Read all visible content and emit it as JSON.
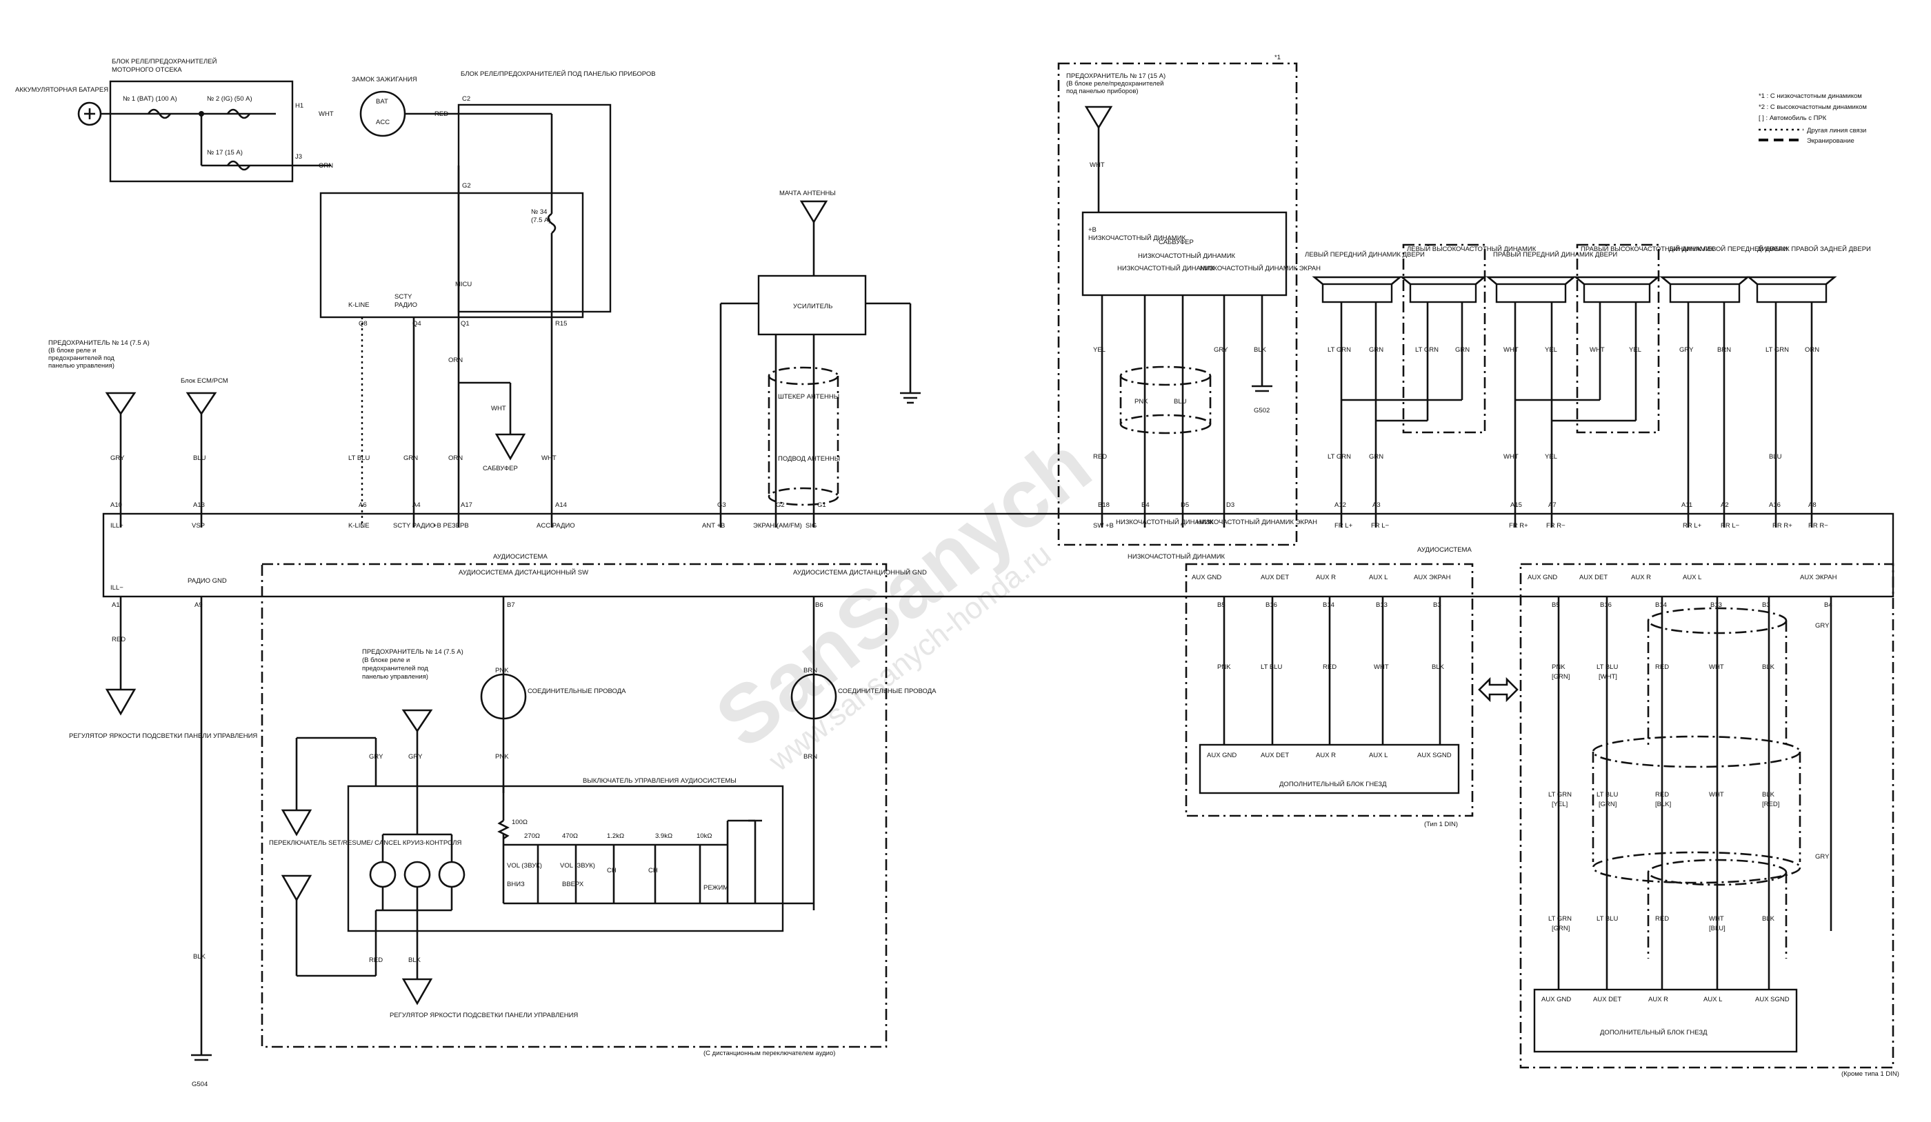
{
  "labels": {
    "battery": "АККУМУЛЯТОРНАЯ БАТАРЕЯ",
    "engine_relay_box_1": "БЛОК РЕЛЕ/ПРЕДОХРАНИТЕЛЕЙ",
    "engine_relay_box_2": "МОТОРНОГО ОТСЕКА",
    "fuse_bat": "№ 1 (BAT) (100 А)",
    "fuse_ig": "№ 2 (IG) (50 А)",
    "fuse_17": "№ 17 (15 А)",
    "ign_switch": "ЗАМОК ЗАЖИГАНИЯ",
    "dash_relay_box": "БЛОК РЕЛЕ/ПРЕДОХРАНИТЕЛЕЙ ПОД ПАНЕЛЬЮ ПРИБОРОВ",
    "fuse_34": "№ 34",
    "fuse_34_rating": "(7.5 А)",
    "micu": "MICU",
    "k_line": "K-LINE",
    "scty": "SCTY",
    "radio": "РАДИО",
    "fuse14_title": "ПРЕДОХРАНИТЕЛЬ № 14 (7.5 А)",
    "fuse14_sub1": "(В блоке реле и",
    "fuse14_sub2": "предохранителей под",
    "fuse14_sub3": "панелью управления)",
    "ecm_pcm": "Блок ECM/PCM",
    "subwoofer": "САБВУФЕР",
    "antenna_mast": "МАЧТА АНТЕННЫ",
    "amplifier": "УСИЛИТЕЛЬ",
    "antenna_plug": "ШТЕКЕР АНТЕННЫ",
    "antenna_lead": "ПОДВОД АНТЕННЫ",
    "fuse17_title": "ПРЕДОХРАНИТЕЛЬ № 17 (15 А)",
    "fuse17_sub1": "(В блоке реле/предохранителей",
    "fuse17_sub2": "под панелью приборов)",
    "woofer": "НИЗКОЧАСТОТНЫЙ ДИНАМИК",
    "woofer_screen": "НИЗКОЧАСТОТНЫЙ ДИНАМИК ЭКРАН",
    "lf_door": "ЛЕВЫЙ ПЕРЕДНИЙ ДИНАМИК ДВЕРИ",
    "lf_tweeter": "ЛЕВЫЙ ВЫСОКОЧАСТОТНЫЙ ДИНАМИК",
    "rf_door": "ПРАВЫЙ ПЕРЕДНИЙ ДИНАМИК ДВЕРИ",
    "rf_tweeter": "ПРАВЫЙ ВЫСОКОЧАСТОТНЫЙ ДИНАМИК",
    "lr_door": "ДИНАМИК ЛЕВОЙ ПЕРЕДНЕЙ ДВЕРИ",
    "rr_door": "ДИНАМИК ПРАВОЙ ЗАДНЕЙ ДВЕРИ",
    "audio_system": "АУДИОСИСТЕМА",
    "audio_remote_sw": "АУДИОСИСТЕМА ДИСТАНЦИОННЫЙ SW",
    "audio_remote_gnd": "АУДИОСИСТЕМА ДИСТАНЦИОННЫЙ GND",
    "dimmer": "РЕГУЛЯТОР ЯРКОСТИ ПОДСВЕТКИ ПАНЕЛИ УПРАВЛЕНИЯ",
    "connecting_wires": "СОЕДИНИТЕЛЬНЫЕ ПРОВОДА",
    "audio_ctrl_switch": "ВЫКЛЮЧАТЕЛЬ УПРАВЛЕНИЯ АУДИОСИСТЕМЫ",
    "cruise_switch": "ПЕРЕКЛЮЧАТЕЛЬ SET/RESUME/ CANCEL КРУИЗ-КОНТРОЛЯ",
    "remote_note": "(С дистанционным переключателем аудио)",
    "aux_block": "ДОПОЛНИТЕЛЬНЫЙ БЛОК ГНЕЗД",
    "type1din": "(Тип 1 DIN)",
    "except1din": "(Кроме типа 1 DIN)",
    "legend1": "*1 : С низкочастотным динамиком",
    "legend2": "*2 : С высокочастотным динамиком",
    "legend3": "[ ] : Автомобиль с ПРК",
    "legend4": "Другая линия связи",
    "legend5": "Экранирование",
    "ground_g502": "G502",
    "ground_g504": "G504",
    "watermark": "SanSanych",
    "watermark_url": "www.sansanych-honda.ru",
    "mode": "РЕЖИМ",
    "ch": "CH",
    "down": "ВНИЗ",
    "up": "ВВЕРХ",
    "vol_down": "VOL (ЗВУК)",
    "vol_up": "VOL (ЗВУК)"
  },
  "wires": {
    "wht": "WHT",
    "red": "RED",
    "orn": "ORN",
    "gry": "GRY",
    "blu": "BLU",
    "lt_blu": "LT BLU",
    "grn": "GRN",
    "yel": "YEL",
    "blk": "BLK",
    "pnk": "PNK",
    "brn": "BRN",
    "lt_grn": "LT GRN"
  },
  "pins": {
    "h1": "H1",
    "j3": "J3",
    "c2": "C2",
    "g2": "G2",
    "q8": "Q8",
    "q4": "Q4",
    "q1": "Q1",
    "r15": "R15",
    "a10": "A10",
    "a13": "A13",
    "a6": "A6",
    "a4": "A4",
    "a17": "A17",
    "a14": "A14",
    "a1": "A1",
    "a9": "A9",
    "b7": "B7",
    "b6": "B6",
    "g3": "G3",
    "g1": "G1",
    "b18": "B18",
    "b4": "B4",
    "d5": "D5",
    "d3": "D3",
    "a12": "A12",
    "a3": "A3",
    "a15": "A15",
    "a7": "A7",
    "a11": "A11",
    "a2": "A2",
    "a16": "A16",
    "a8": "A8",
    "b5": "B5",
    "b16": "B16",
    "b14": "B14",
    "b13": "B13",
    "b3": "B3"
  },
  "resistors": [
    "100Ω",
    "270Ω",
    "470Ω",
    "1.2kΩ",
    "3.9kΩ",
    "10kΩ"
  ],
  "aux_pins": [
    "AUX GND",
    "AUX DET",
    "AUX R",
    "AUX L",
    "AUX ЭКРАН"
  ],
  "aux_block_pins": [
    "AUX GND",
    "AUX DET",
    "AUX R",
    "AUX L",
    "AUX SGND"
  ],
  "head_pins": [
    "ILL+",
    "VSP",
    "K-LINE",
    "SCTY РАДИО",
    "+B РЕЗЕРВ",
    "ACC РАДИО",
    "ANT +B",
    "ЭКРАН (AM/FM)",
    "SIG",
    "SW +B",
    "FR L+",
    "FR L−",
    "FR R+",
    "FR R−",
    "RR L+",
    "RR L−",
    "RR R+",
    "RR R−",
    "ILL−",
    "РАДИО GND"
  ]
}
